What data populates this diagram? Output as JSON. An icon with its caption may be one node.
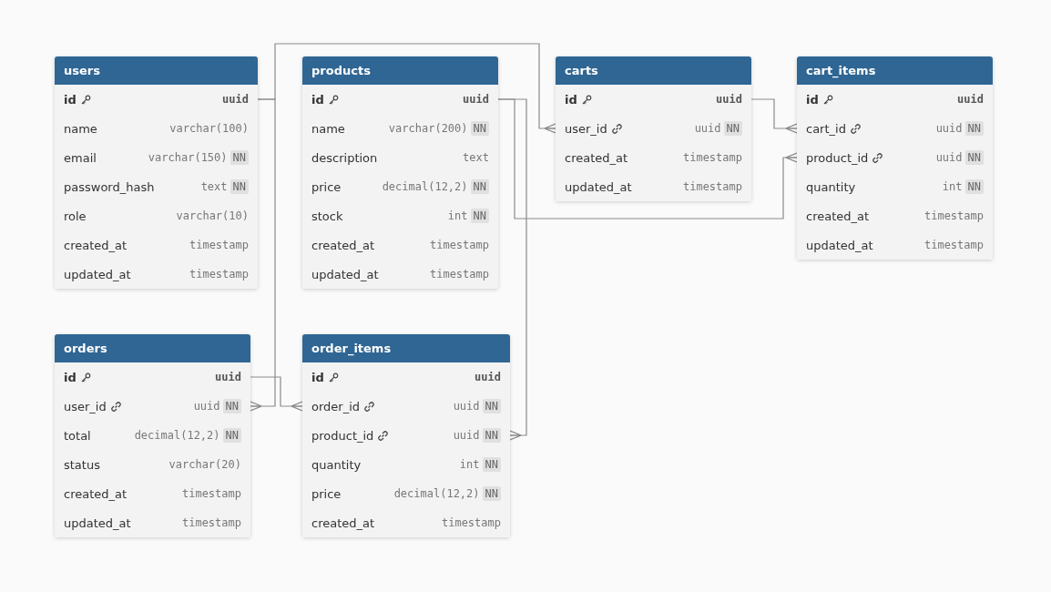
{
  "diagram": {
    "nodes": [
      {
        "text": [
          "users"
        ]
      },
      {
        "text": [
          "id",
          "uuid"
        ],
        "in": 0
      },
      {
        "text": [
          "name",
          "varchar(100)"
        ],
        "in": 0
      },
      {
        "text": [
          "email",
          "varchar(150)",
          "NN"
        ],
        "in": 0
      },
      {
        "text": [
          "password_hash",
          "text",
          "NN"
        ],
        "in": 0
      },
      {
        "text": [
          "role",
          "varchar(10)"
        ],
        "in": 0
      },
      {
        "text": [
          "created_at",
          "timestamp"
        ],
        "in": 0
      },
      {
        "text": [
          "updated_at",
          "timestamp"
        ],
        "in": 0
      },
      {
        "text": [
          "products"
        ]
      },
      {
        "text": [
          "id",
          "uuid"
        ],
        "in": 8
      },
      {
        "text": [
          "name",
          "varchar(200)",
          "NN"
        ],
        "in": 8
      },
      {
        "text": [
          "description",
          "text"
        ],
        "in": 8
      },
      {
        "text": [
          "price",
          "decimal(12,2)",
          "NN"
        ],
        "in": 8
      },
      {
        "text": [
          "stock",
          "int",
          "NN"
        ],
        "in": 8
      },
      {
        "text": [
          "created_at",
          "timestamp"
        ],
        "in": 8
      },
      {
        "text": [
          "updated_at",
          "timestamp"
        ],
        "in": 8
      },
      {
        "text": [
          "carts"
        ]
      },
      {
        "text": [
          "id",
          "uuid"
        ],
        "in": 16
      },
      {
        "text": [
          "user_id",
          "uuid",
          "NN"
        ],
        "in": 16
      },
      {
        "text": [
          "created_at",
          "timestamp"
        ],
        "in": 16
      },
      {
        "text": [
          "updated_at",
          "timestamp"
        ],
        "in": 16
      },
      {
        "text": [
          "cart_items"
        ]
      },
      {
        "text": [
          "id",
          "uuid"
        ],
        "in": 21
      },
      {
        "text": [
          "cart_id",
          "uuid",
          "NN"
        ],
        "in": 21
      },
      {
        "text": [
          "product_id",
          "uuid",
          "NN"
        ],
        "in": 21
      },
      {
        "text": [
          "quantity",
          "int",
          "NN"
        ],
        "in": 21
      },
      {
        "text": [
          "created_at",
          "timestamp"
        ],
        "in": 21
      },
      {
        "text": [
          "updated_at",
          "timestamp"
        ],
        "in": 21
      },
      {
        "text": [
          "orders"
        ]
      },
      {
        "text": [
          "id",
          "uuid"
        ],
        "in": 28
      },
      {
        "text": [
          "user_id",
          "uuid",
          "NN"
        ],
        "in": 28
      },
      {
        "text": [
          "total",
          "decimal(12,2)",
          "NN"
        ],
        "in": 28
      },
      {
        "text": [
          "status",
          "varchar(20)"
        ],
        "in": 28
      },
      {
        "text": [
          "created_at",
          "timestamp"
        ],
        "in": 28
      },
      {
        "text": [
          "updated_at",
          "timestamp"
        ],
        "in": 28
      },
      {
        "text": [
          "order_items"
        ]
      },
      {
        "text": [
          "id",
          "uuid"
        ],
        "in": 35
      },
      {
        "text": [
          "order_id",
          "uuid",
          "NN"
        ],
        "in": 35
      },
      {
        "text": [
          "product_id",
          "uuid",
          "NN"
        ],
        "in": 35
      },
      {
        "text": [
          "quantity",
          "int",
          "NN"
        ],
        "in": 35
      },
      {
        "text": [
          "price",
          "decimal(12,2)",
          "NN"
        ],
        "in": 35
      },
      {
        "text": [
          "created_at",
          "timestamp"
        ],
        "in": 35
      }
    ],
    "edges": [
      {
        "from": 1,
        "to": 18,
        "arrow": "other"
      },
      {
        "from": 1,
        "to": 30,
        "arrow": "other"
      },
      {
        "from": 9,
        "to": 24,
        "arrow": "other"
      },
      {
        "from": 9,
        "to": 38,
        "arrow": "other"
      },
      {
        "from": 17,
        "to": 23,
        "arrow": "other"
      },
      {
        "from": 29,
        "to": 37,
        "arrow": "other"
      }
    ]
  }
}
